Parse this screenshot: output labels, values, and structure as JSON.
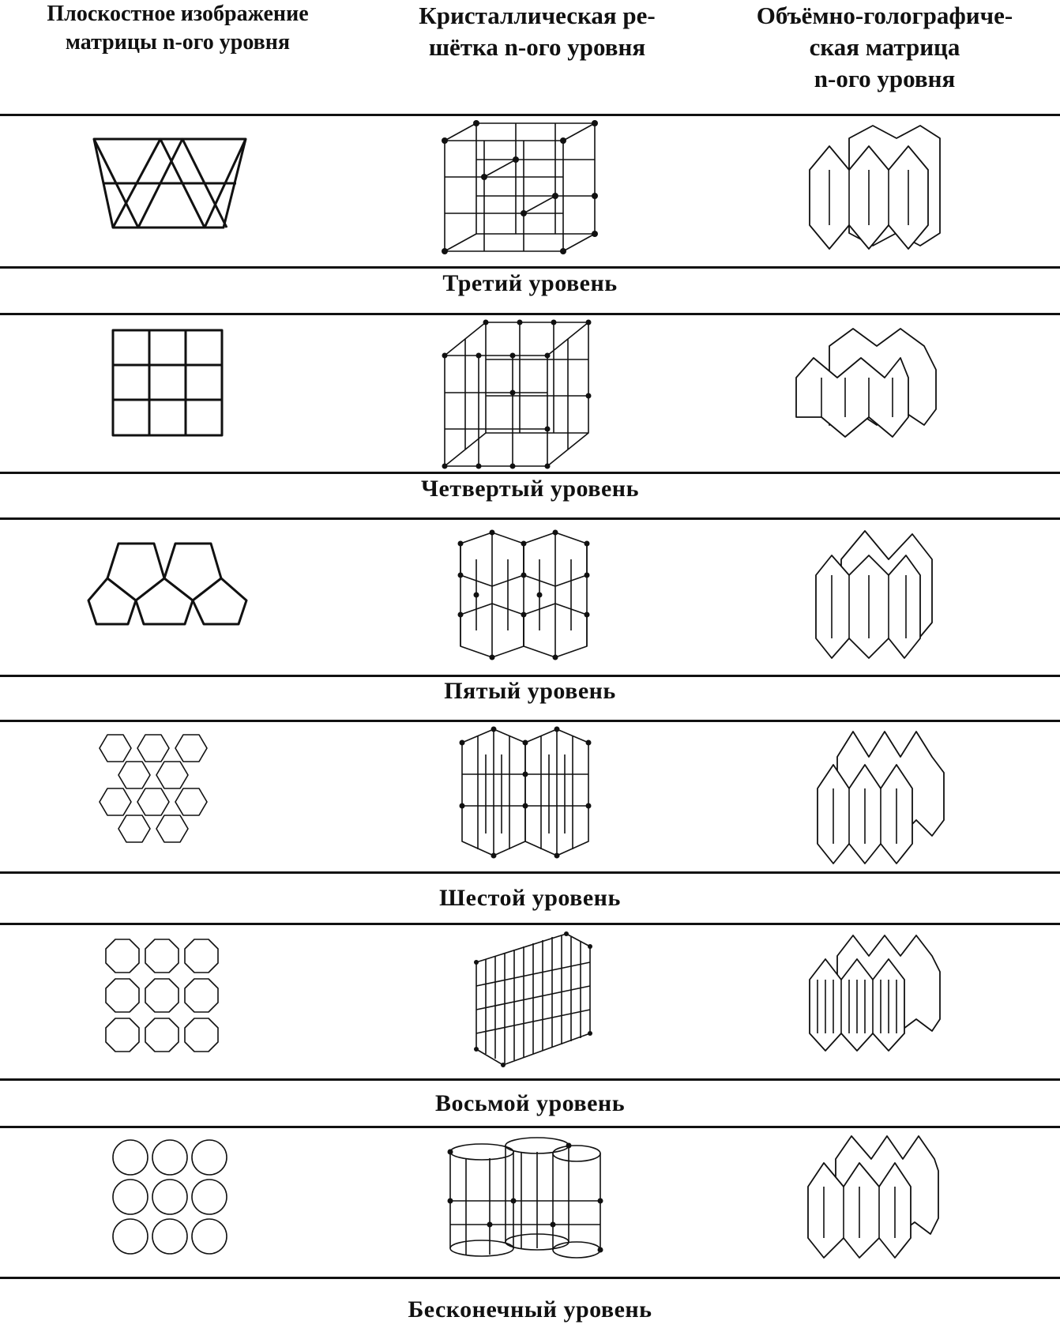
{
  "table": {
    "headers": [
      "Плоскостное изображение\nматрицы n-ого уровня",
      "Кристаллическая ре-\nшётка n-ого уровня",
      "Объёмно-голографиче-\nская матрица\nn-ого уровня"
    ],
    "levels": [
      "Третий уровень",
      "Четвертый уровень",
      "Пятый уровень",
      "Шестой уровень",
      "Восьмой уровень",
      "Бесконечный уровень"
    ]
  }
}
